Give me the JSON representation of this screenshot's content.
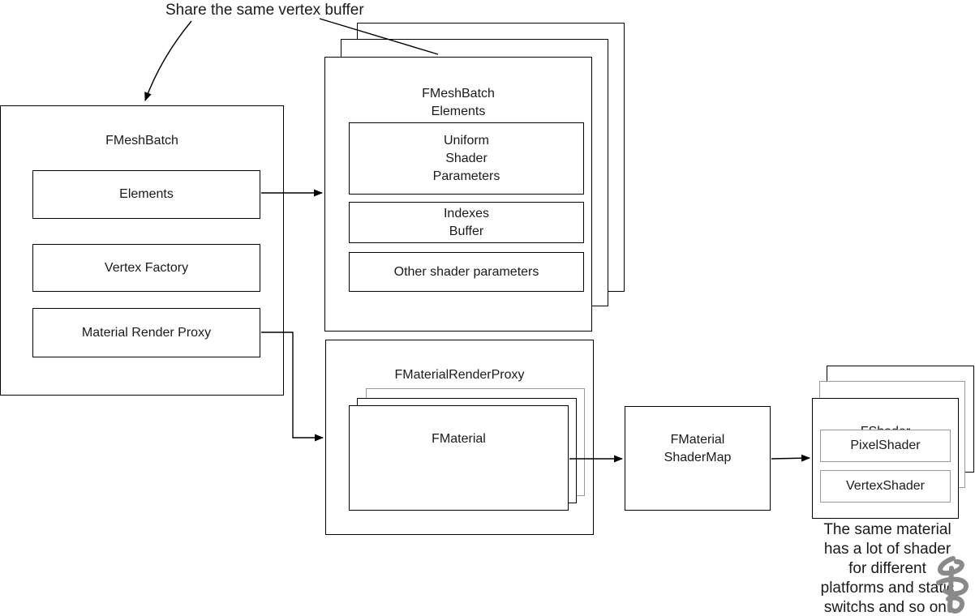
{
  "notes": {
    "top": "Share the same vertex buffer",
    "bottom": "The same material\nhas a lot of shader\nfor different\nplatforms and static\nswitchs and so on."
  },
  "fmeshbatch": {
    "title": "FMeshBatch",
    "elements": "Elements",
    "vertex_factory": "Vertex Factory",
    "material_render_proxy": "Material Render Proxy"
  },
  "fmeshbatch_elements": {
    "stack_title": "FMeshBatch",
    "front_title": "FMeshBatch\nElements",
    "uniform": "Uniform\nShader\nParameters",
    "indexes": "Indexes\nBuffer",
    "other": "Other shader parameters"
  },
  "fmaterial_render_proxy": {
    "title": "FMaterialRenderProxy",
    "fmaterial": "FMaterial"
  },
  "fmaterial_shadermap": {
    "title": "FMaterial\nShaderMap"
  },
  "fshader": {
    "stack_title": "FShader",
    "front_title": "FShader",
    "pixel": "PixelShader",
    "vertex": "VertexShader"
  },
  "colors": {
    "stroke": "#000000",
    "stroke_light": "#999999",
    "watermark": "#8a8a8a"
  }
}
